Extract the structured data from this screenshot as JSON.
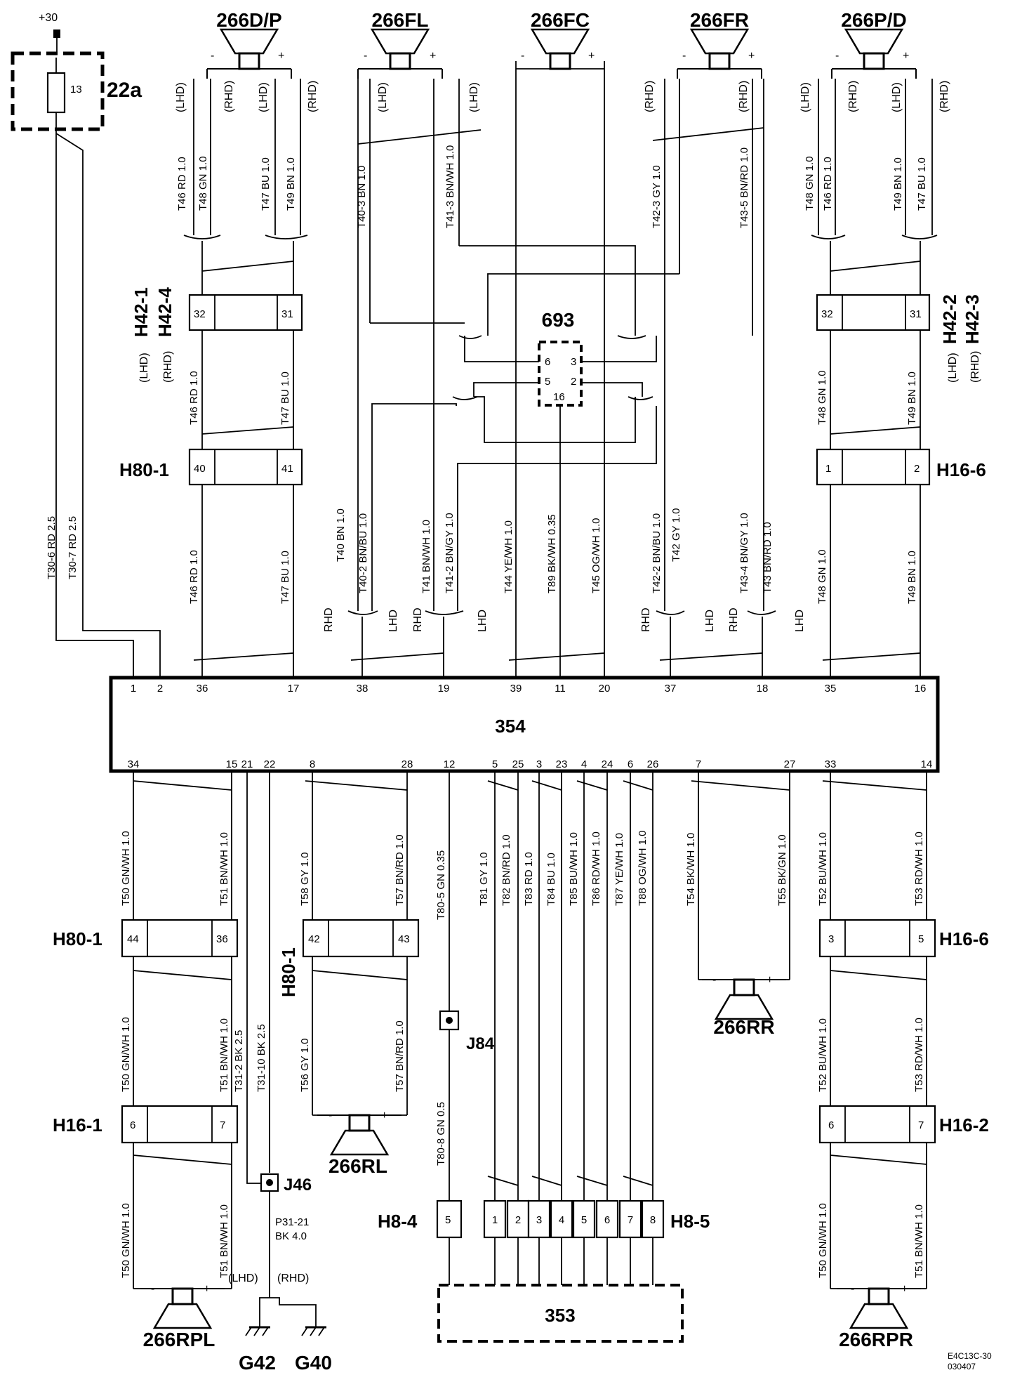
{
  "power": {
    "label": "+30"
  },
  "fuse": {
    "id": "22a",
    "number": "13"
  },
  "module": {
    "id": "354",
    "top_pins": [
      "1",
      "2",
      "36",
      "17",
      "38",
      "19",
      "39",
      "11",
      "20",
      "37",
      "18",
      "35",
      "16"
    ],
    "bottom_pins": [
      "34",
      "15",
      "21",
      "22",
      "8",
      "28",
      "12",
      "5",
      "25",
      "3",
      "23",
      "4",
      "24",
      "6",
      "26",
      "7",
      "27",
      "33",
      "14"
    ]
  },
  "amp693": {
    "id": "693",
    "pins": [
      "6",
      "3",
      "5",
      "2",
      "16"
    ]
  },
  "speakers": {
    "dp": "266D/P",
    "fl": "266FL",
    "fc": "266FC",
    "fr": "266FR",
    "pd": "266P/D",
    "rr": "266RR",
    "rl": "266RL",
    "rpl": "266RPL",
    "rpr": "266RPR"
  },
  "connectors": {
    "h42_1": "H42-1",
    "h42_4": "H42-4",
    "h42_2": "H42-2",
    "h42_3": "H42-3",
    "h80_1": "H80-1",
    "h16_6": "H16-6",
    "h16_1": "H16-1",
    "h16_2": "H16-2",
    "h8_4": "H8-4",
    "h8_5": "H8-5",
    "j84": "J84",
    "j46": "J46",
    "g42": "G42",
    "g40": "G40",
    "m353": "353"
  },
  "variants": {
    "lhd": "(LHD)",
    "rhd": "(RHD)",
    "lhd_plain": "LHD",
    "rhd_plain": "RHD"
  },
  "pins": {
    "h42_left": [
      "32",
      "31"
    ],
    "h42_right": [
      "32",
      "31"
    ],
    "h80_top": [
      "40",
      "41"
    ],
    "h16_6_top": [
      "1",
      "2"
    ],
    "h80_bl": [
      "44",
      "36"
    ],
    "h80_bm": [
      "42",
      "43"
    ],
    "h16_6_b": [
      "3",
      "5"
    ],
    "h16_1": [
      "6",
      "7"
    ],
    "h16_2": [
      "6",
      "7"
    ],
    "h8_4": [
      "5"
    ],
    "h8_5": [
      "1",
      "2",
      "3",
      "4",
      "5",
      "6",
      "7",
      "8"
    ]
  },
  "wires": {
    "t30_6": "T30-6  RD  2.5",
    "t30_7": "T30-7  RD  2.5",
    "dp_t46": "T46  RD  1.0",
    "dp_t48": "T48  GN  1.0",
    "dp_t47": "T47  BU  1.0",
    "dp_t49": "T49  BN  1.0",
    "l_t46b": "T46  RD  1.0",
    "l_t47b": "T47  BU  1.0",
    "l_t46c": "T46  RD  1.0",
    "l_t47c": "T47  BU  1.0",
    "t40_3": "T40-3  BN  1.0",
    "t41_3": "T41-3  BN/WH  1.0",
    "t42_3": "T42-3  GY  1.0",
    "t43_5": "T43-5  BN/RD  1.0",
    "pd_t48": "T48  GN  1.0",
    "pd_t46": "T46  RD  1.0",
    "pd_t49": "T49  BN  1.0",
    "pd_t47": "T47  BU  1.0",
    "r_t48b": "T48  GN  1.0",
    "r_t49b": "T49  BN  1.0",
    "r_t48c": "T48  GN  1.0",
    "r_t49c": "T49  BN  1.0",
    "t40": "T40  BN  1.0",
    "t40_2": "T40-2  BN/BU  1.0",
    "t41": "T41  BN/WH  1.0",
    "t41_2": "T41-2  BN/GY  1.0",
    "t44": "T44  YE/WH  1.0",
    "t89": "T89  BK/WH  0.35",
    "t45": "T45  OG/WH  1.0",
    "t42_2": "T42-2  BN/BU  1.0",
    "t42": "T42  GY  1.0",
    "t43_4": "T43-4  BN/GY  1.0",
    "t43": "T43  BN/RD  1.0",
    "t50a": "T50  GN/WH  1.0",
    "t51a": "T51  BN/WH  1.0",
    "t58": "T58  GY  1.0",
    "t57a": "T57  BN/RD  1.0",
    "t80_5": "T80-5  GN  0.35",
    "t81": "T81  GY  1.0",
    "t82": "T82  BN/RD  1.0",
    "t83": "T83  RD  1.0",
    "t84": "T84  BU  1.0",
    "t85": "T85  BU/WH  1.0",
    "t86": "T86  RD/WH  1.0",
    "t87": "T87  YE/WH  1.0",
    "t88": "T88  OG/WH  1.0",
    "t54": "T54  BK/WH  1.0",
    "t55": "T55  BK/GN  1.0",
    "t52a": "T52  BU/WH  1.0",
    "t53a": "T53  RD/WH  1.0",
    "t50b": "T50  GN/WH  1.0",
    "t51b": "T51  BN/WH  1.0",
    "t31_2": "T31-2  BK  2.5",
    "t31_10": "T31-10  BK  2.5",
    "t56": "T56  GY  1.0",
    "t57b": "T57  BN/RD  1.0",
    "t80_8": "T80-8  GN  0.5",
    "t52b": "T52  BU/WH  1.0",
    "t53b": "T53  RD/WH  1.0",
    "t50c": "T50  GN/WH  1.0",
    "t51c": "T51  BN/WH  1.0",
    "t50d": "T50  GN/WH  1.0",
    "t51d": "T51  BN/WH  1.0",
    "p31_21a": "P31-21",
    "p31_21b": "BK  4.0"
  },
  "polarity": {
    "neg": "-",
    "pos": "+"
  },
  "footer": {
    "code": "E4C13C-30",
    "date": "030407"
  }
}
